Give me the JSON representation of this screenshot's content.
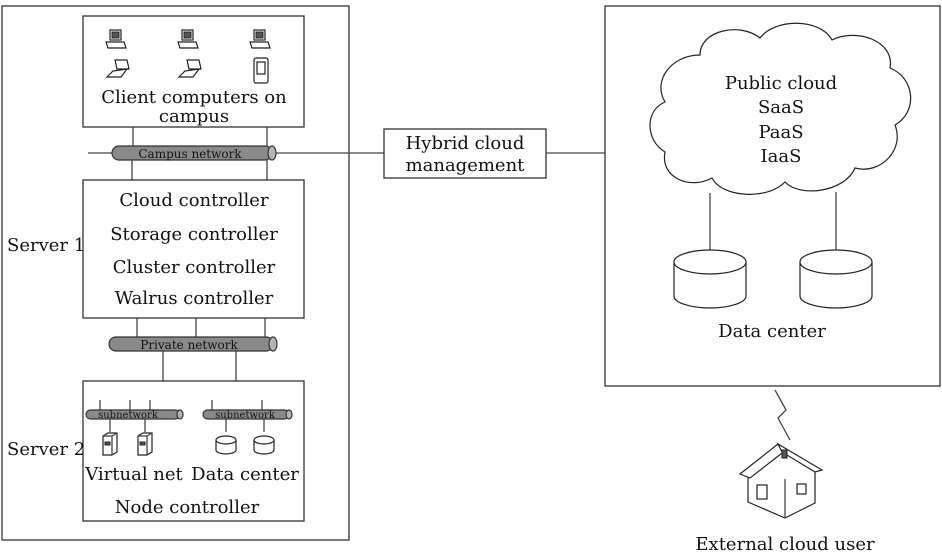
{
  "left": {
    "clients_label": [
      "Client computers on",
      "campus"
    ],
    "campus_network": "Campus network",
    "server1_label": "Server 1",
    "controllers": [
      "Cloud controller",
      "Storage controller",
      "Cluster controller",
      "Walrus controller"
    ],
    "private_network": "Private network",
    "server2_label": "Server 2",
    "subnetwork_left": "subnetwork",
    "subnetwork_right": "subnetwork",
    "virtual_net": "Virtual net",
    "data_center": "Data center",
    "node_controller": "Node controller"
  },
  "middle": {
    "hybrid": [
      "Hybrid cloud",
      "management"
    ]
  },
  "right": {
    "cloud_lines": [
      "Public cloud",
      "SaaS",
      "PaaS",
      "IaaS"
    ],
    "data_center": "Data center",
    "external_user": "External cloud user"
  }
}
